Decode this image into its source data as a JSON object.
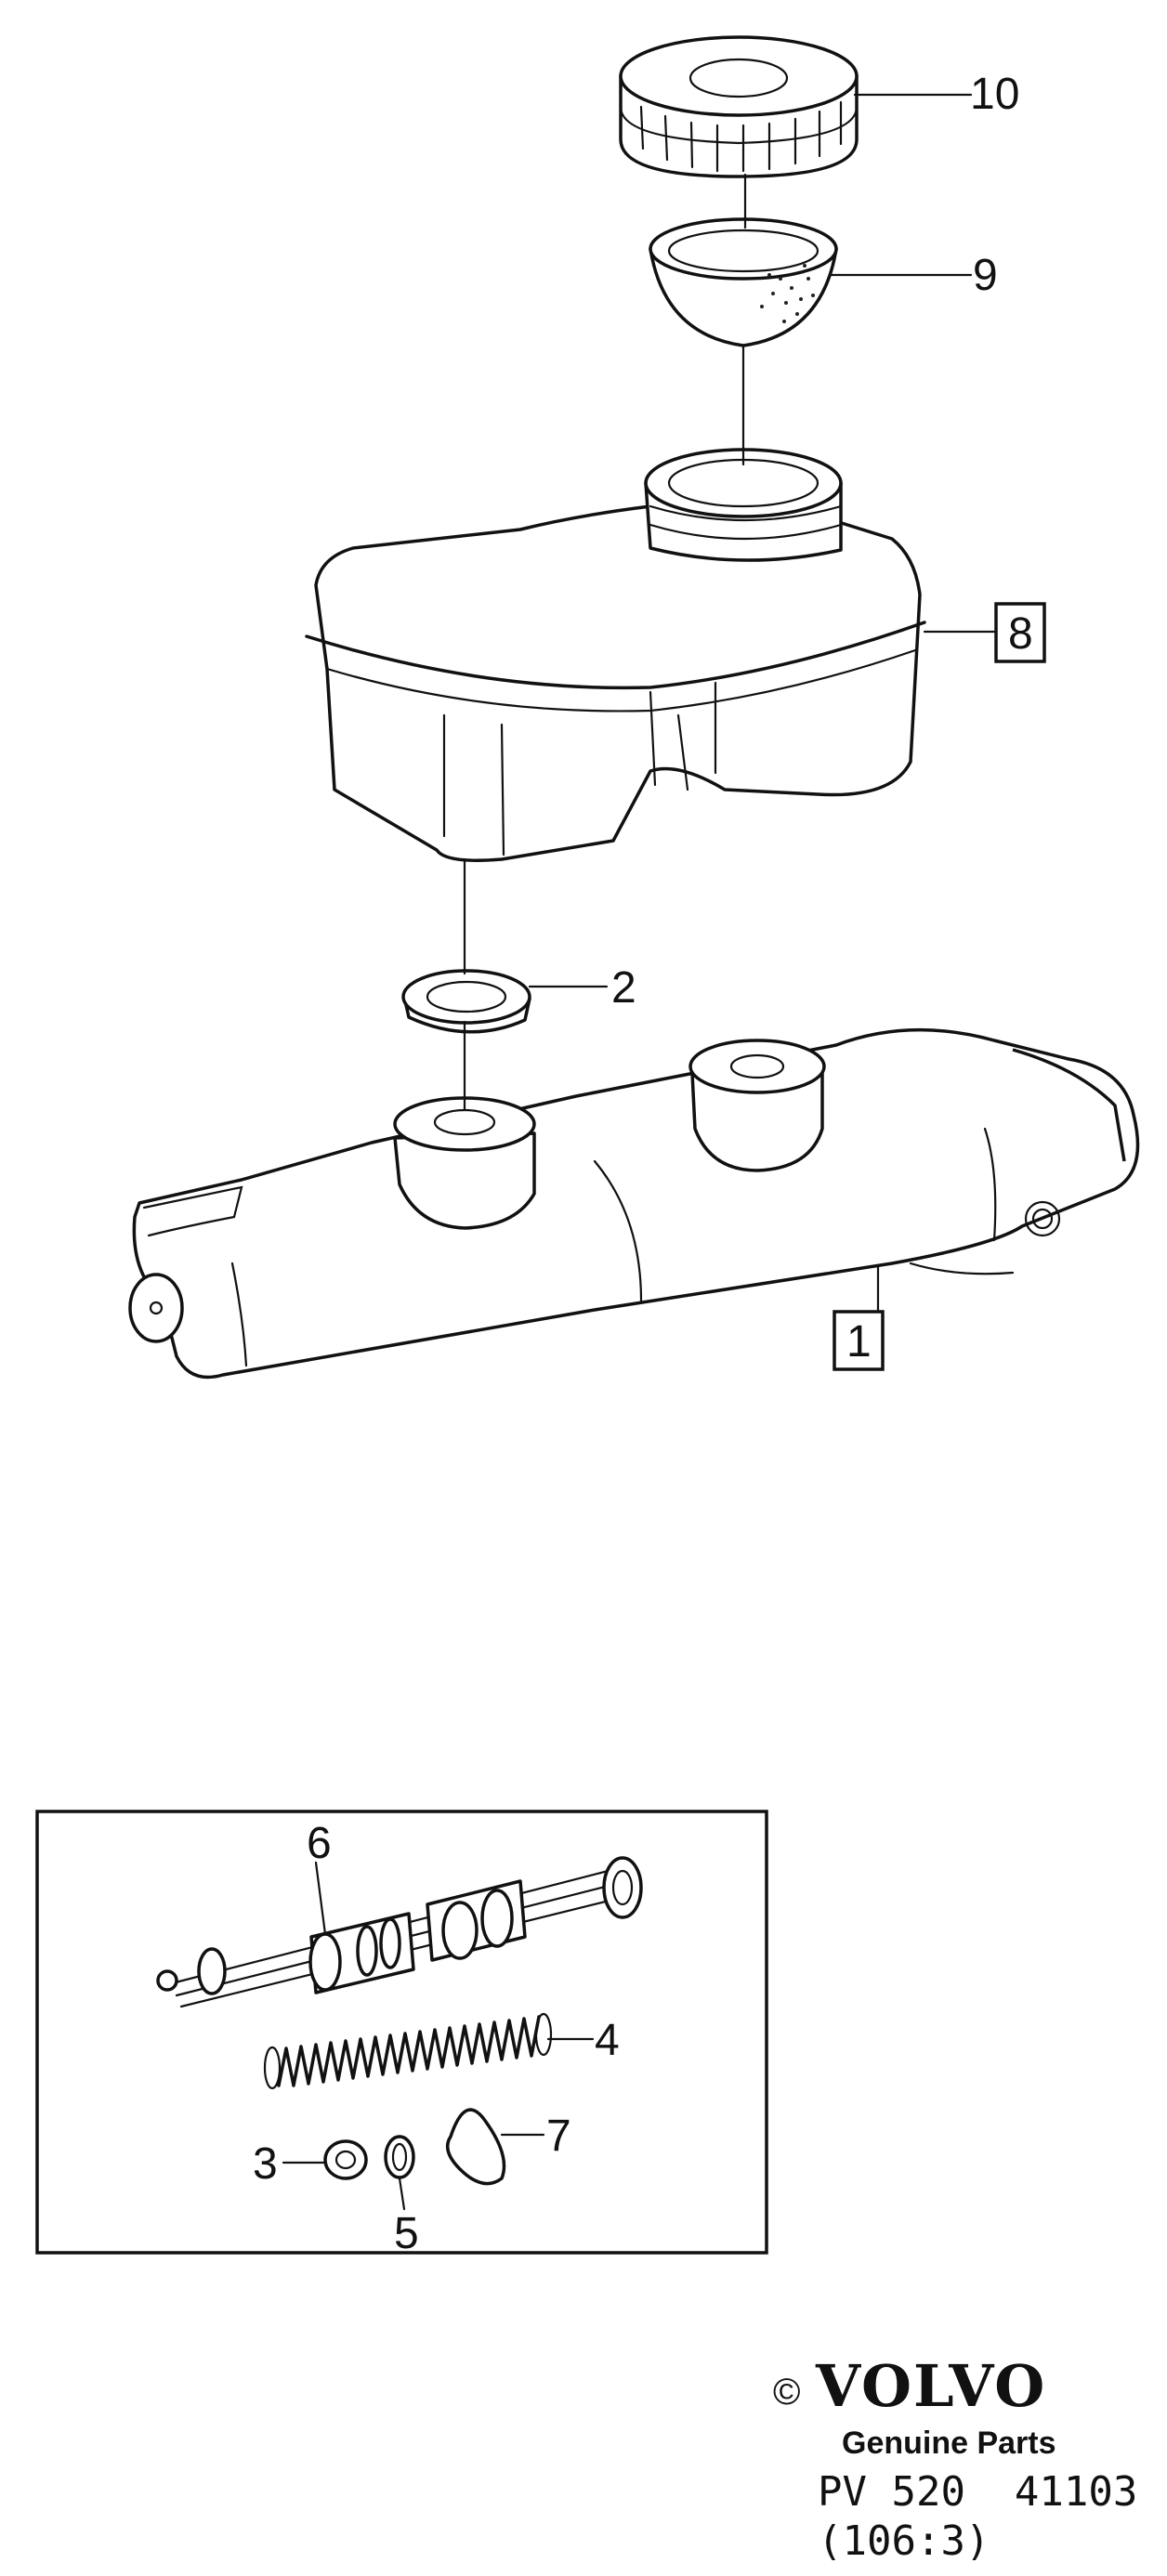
{
  "callouts": {
    "c1": "1",
    "c2": "2",
    "c3": "3",
    "c4": "4",
    "c5": "5",
    "c6": "6",
    "c7": "7",
    "c8": "8",
    "c9": "9",
    "c10": "10"
  },
  "footer": {
    "copyright": "©",
    "brand": "VOLVO",
    "tagline": "Genuine Parts",
    "part_code": "PV 520  41103",
    "ref_code": "(106:3)"
  }
}
